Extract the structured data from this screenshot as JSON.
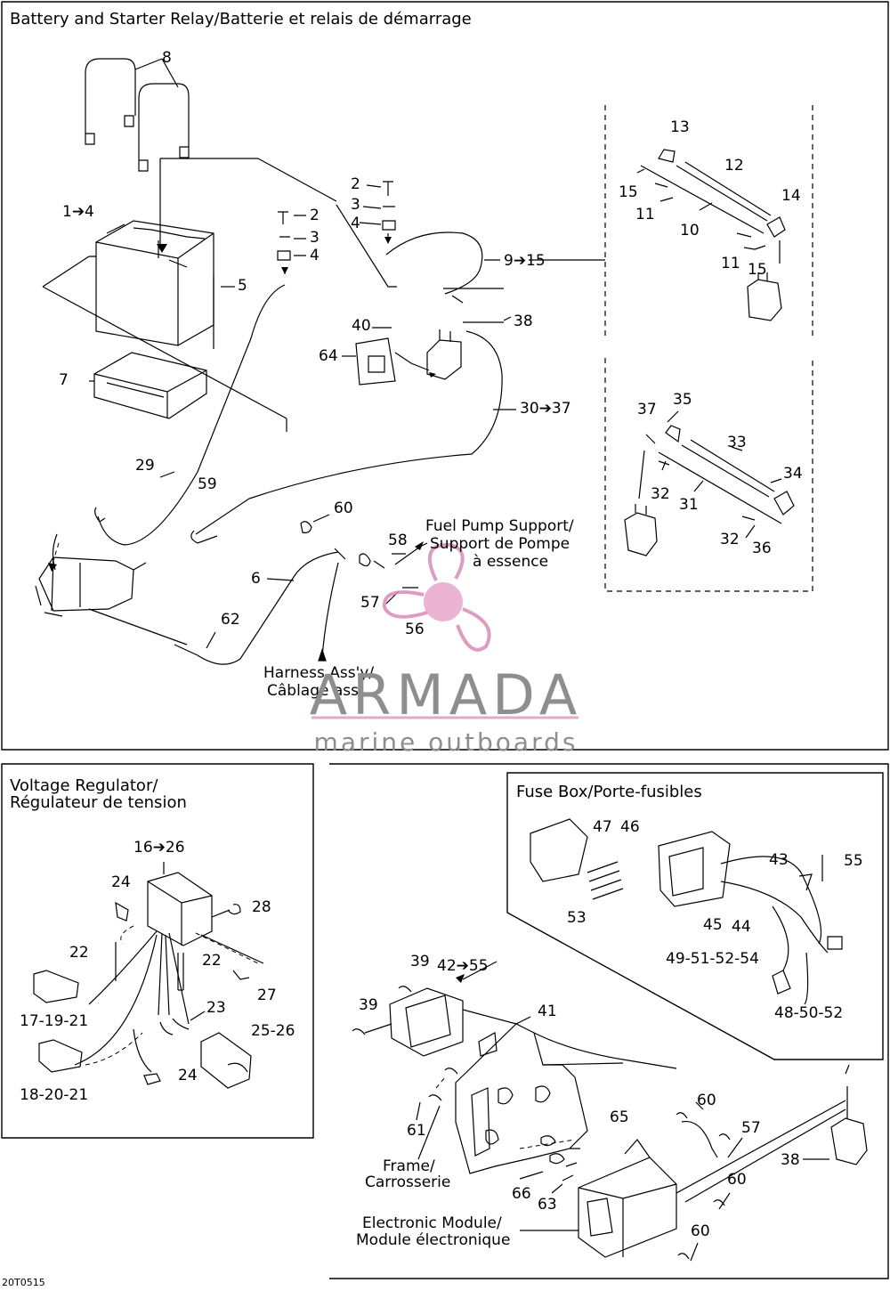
{
  "sections": {
    "battery_title": "Battery and Starter Relay/Batterie et relais de démarrage",
    "voltage_title": [
      "Voltage Regulator/",
      "Régulateur de tension"
    ],
    "fuse_title": "Fuse Box/Porte-fusibles"
  },
  "annotations": {
    "fuel_pump": [
      "Fuel Pump Support/",
      "Support de Pompe",
      "à essence"
    ],
    "harness": [
      "Harness Ass'y/",
      "Câblage ass."
    ],
    "frame": [
      "Frame/",
      "Carrosserie"
    ],
    "module": [
      "Electronic Module/",
      "Module électronique"
    ]
  },
  "watermark": {
    "brand": "ARMADA",
    "tagline": "marine outboards",
    "logo_color": "#d98bb8"
  },
  "figure_code": "20T0515",
  "callouts": {
    "c8": "8",
    "c1_4": "1➔4",
    "c2a": "2",
    "c3a": "3",
    "c4a": "4",
    "c5": "5",
    "c7": "7",
    "c2b": "2",
    "c3b": "3",
    "c4b": "4",
    "c9_15": "9➔15",
    "c40": "40",
    "c64": "64",
    "c38a": "38",
    "c30_37": "30➔37",
    "c29": "29",
    "c59": "59",
    "c60a": "60",
    "c58": "58",
    "c6": "6",
    "c57a": "57",
    "c56": "56",
    "c62": "62",
    "c13": "13",
    "c12": "12",
    "c15a": "15",
    "c11a": "11",
    "c14": "14",
    "c10": "10",
    "c11b": "11",
    "c15b": "15",
    "c35": "35",
    "c37": "37",
    "c33": "33",
    "c34": "34",
    "c32a": "32",
    "c31": "31",
    "c32b": "32",
    "c36": "36",
    "c16_26": "16➔26",
    "c24a": "24",
    "c28": "28",
    "c22a": "22",
    "c22b": "22",
    "c27": "27",
    "c23": "23",
    "c17_19_21": "17-19-21",
    "c25_26": "25-26",
    "c24b": "24",
    "c18_20_21": "18-20-21",
    "c47": "47",
    "c46": "46",
    "c43": "43",
    "c55": "55",
    "c53": "53",
    "c45": "45",
    "c44": "44",
    "c49_54": "49-51-52-54",
    "c48_52": "48-50-52",
    "c39a": "39",
    "c42_55": "42➔55",
    "c39b": "39",
    "c41": "41",
    "c60b": "60",
    "c65": "65",
    "c57b": "57",
    "c61": "61",
    "c60c": "60",
    "c38b": "38",
    "c66": "66",
    "c63": "63",
    "c60d": "60"
  }
}
